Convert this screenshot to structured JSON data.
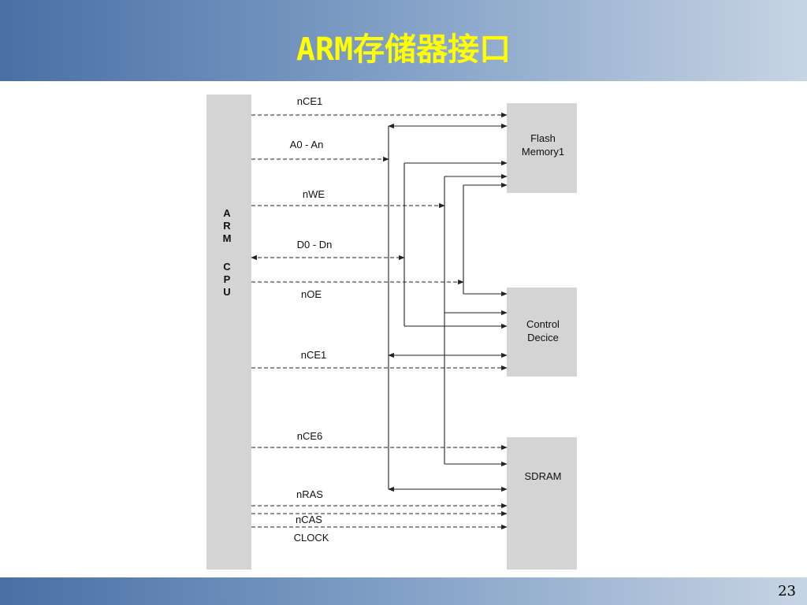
{
  "slide": {
    "title": "ARM存储器接口",
    "page_number": "23"
  },
  "diagram": {
    "cpu": {
      "label": "ARM CPU",
      "letters": [
        "A",
        "R",
        "M",
        "C",
        "P",
        "U"
      ]
    },
    "devices": {
      "flash": [
        "Flash",
        "Memory1"
      ],
      "control": [
        "Control",
        "Decice"
      ],
      "sdram": [
        "SDRAM"
      ]
    },
    "signals": {
      "nce1_flash": "nCE1",
      "addr": "A0 - An",
      "nwe": "nWE",
      "data": "D0 - Dn",
      "noe": "nOE",
      "nce1_ctrl": "nCE1",
      "nce6": "nCE6",
      "nras": "nRAS",
      "ncas": "nCAS",
      "clock": "CLOCK"
    }
  },
  "colors": {
    "title": "#ffff00",
    "block_fill": "#d4d4d4",
    "header_start": "#4a6fa5",
    "header_end": "#c7d4e4"
  }
}
